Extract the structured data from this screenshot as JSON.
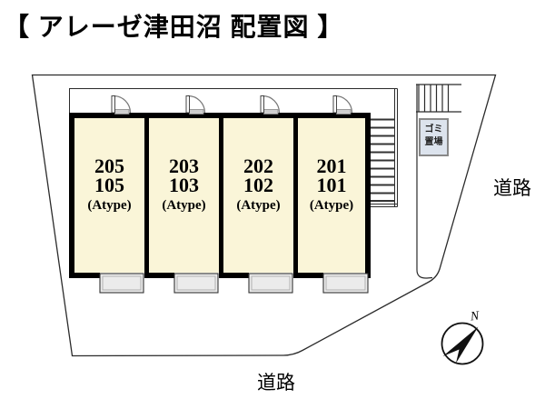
{
  "title": "【 アレーゼ津田沼 配置図 】",
  "units": [
    {
      "room_upper": "205",
      "room_lower": "105",
      "room_type": "(Atype)"
    },
    {
      "room_upper": "203",
      "room_lower": "103",
      "room_type": "(Atype)"
    },
    {
      "room_upper": "202",
      "room_lower": "102",
      "room_type": "(Atype)"
    },
    {
      "room_upper": "201",
      "room_lower": "101",
      "room_type": "(Atype)"
    }
  ],
  "labels": {
    "garbage_line1": "ゴミ",
    "garbage_line2": "置場",
    "road_right": "道路",
    "road_bottom": "道路",
    "compass_north": "N"
  },
  "colors": {
    "room_fill": "#FAF5D8",
    "balcony_fill": "#EBEBEB",
    "garbage_fill": "#DCE3ED",
    "threshold_fill": "#CFCFCF",
    "wall": "#000000",
    "line": "#2B2B2B"
  }
}
